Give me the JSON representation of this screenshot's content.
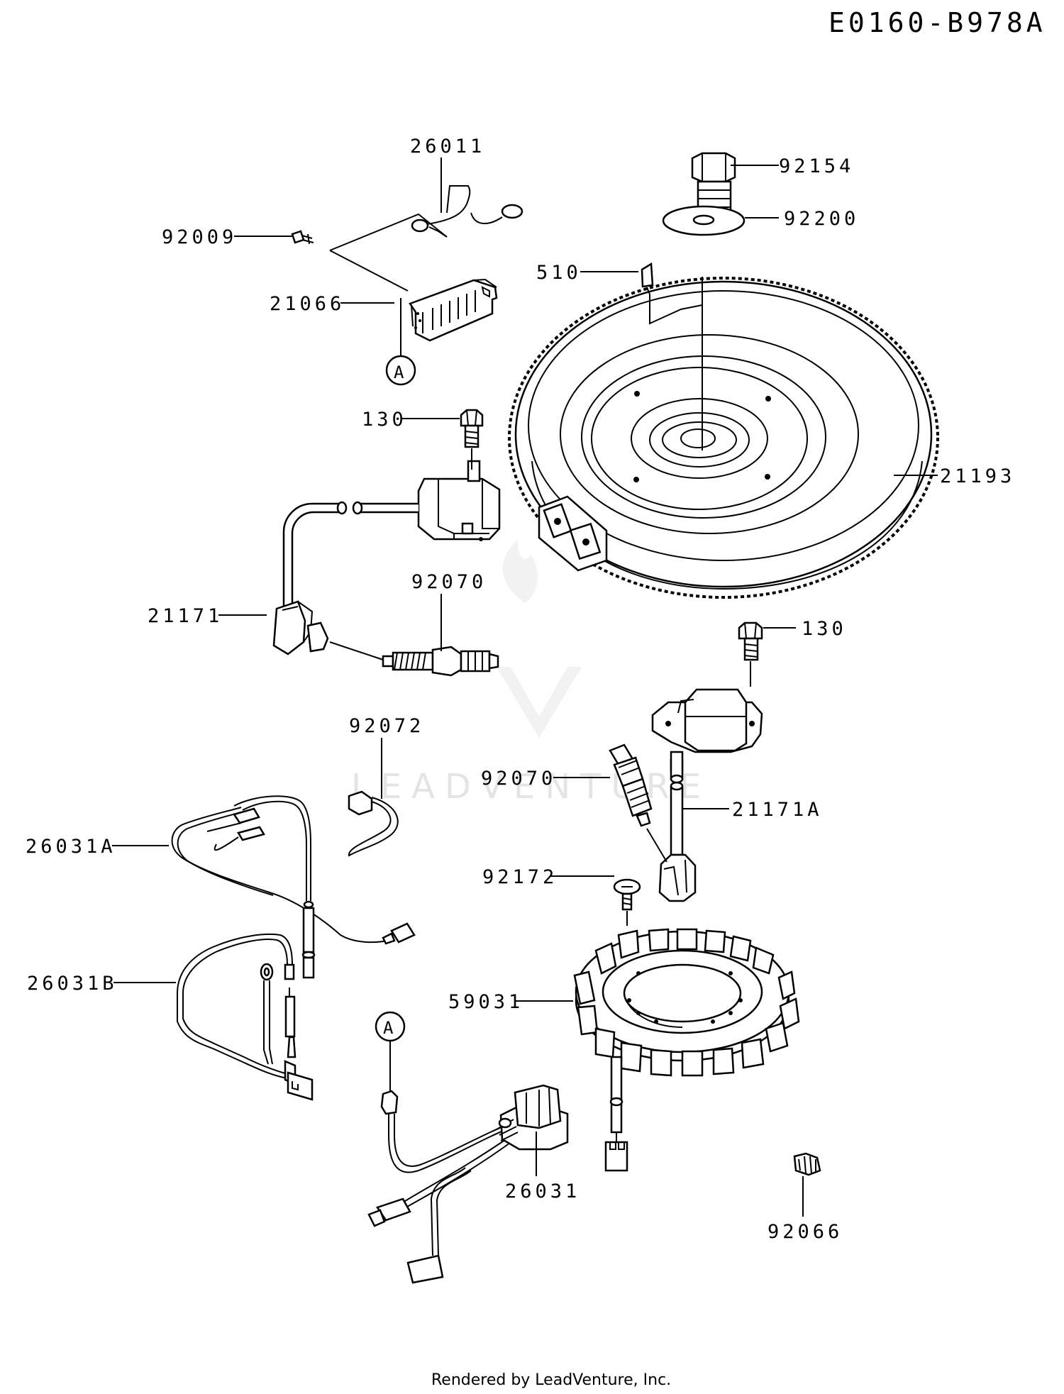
{
  "diagram_id": "E0160-B978A",
  "footer": "Rendered by LeadVenture, Inc.",
  "watermark": "LEADVENTURE",
  "callout_marker": "A",
  "part_labels": {
    "p26011": "26011",
    "p92009": "92009",
    "p21066": "21066",
    "p92154": "92154",
    "p92200": "92200",
    "p510": "510",
    "p130_top": "130",
    "p21193": "21193",
    "p92070_top": "92070",
    "p21171": "21171",
    "p130_right": "130",
    "p92072": "92072",
    "p92070_mid": "92070",
    "p21171A": "21171A",
    "p26031A": "26031A",
    "p92172": "92172",
    "p26031B": "26031B",
    "p59031": "59031",
    "p26031": "26031",
    "p92066": "92066"
  }
}
